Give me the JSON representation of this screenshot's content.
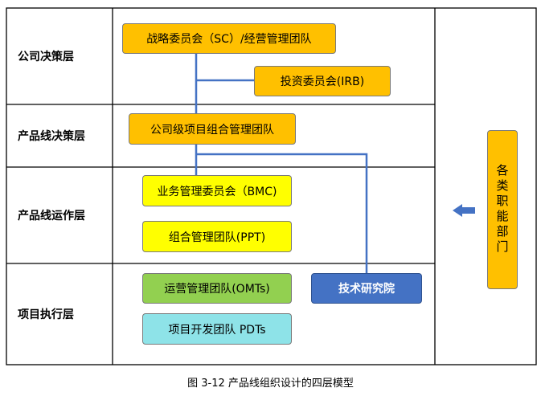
{
  "layers": {
    "company_decision": "公司决策层",
    "product_line_decision": "产品线决策层",
    "product_line_operation": "产品线运作层",
    "project_execution": "项目执行层"
  },
  "boxes": {
    "sc": "战略委员会（SC）/经营管理团队",
    "irb": "投资委员会(IRB)",
    "company_ipmt": "公司级项目组合管理团队",
    "bmc": "业务管理委员会（BMC)",
    "ppt": "组合管理团队(PPT)",
    "omts": "运营管理团队(OMTs)",
    "tech_institute": "技术研究院",
    "pdts": "项目开发团队 PDTs"
  },
  "functional_departments": "各类职能部门",
  "caption": "图 3-12 产品线组织设计的四层模型",
  "colors": {
    "orange": "#ffc000",
    "yellow": "#ffff00",
    "green": "#92d050",
    "teal": "#8ee3e8",
    "blue": "#4472c4",
    "connector": "#4472c4"
  }
}
